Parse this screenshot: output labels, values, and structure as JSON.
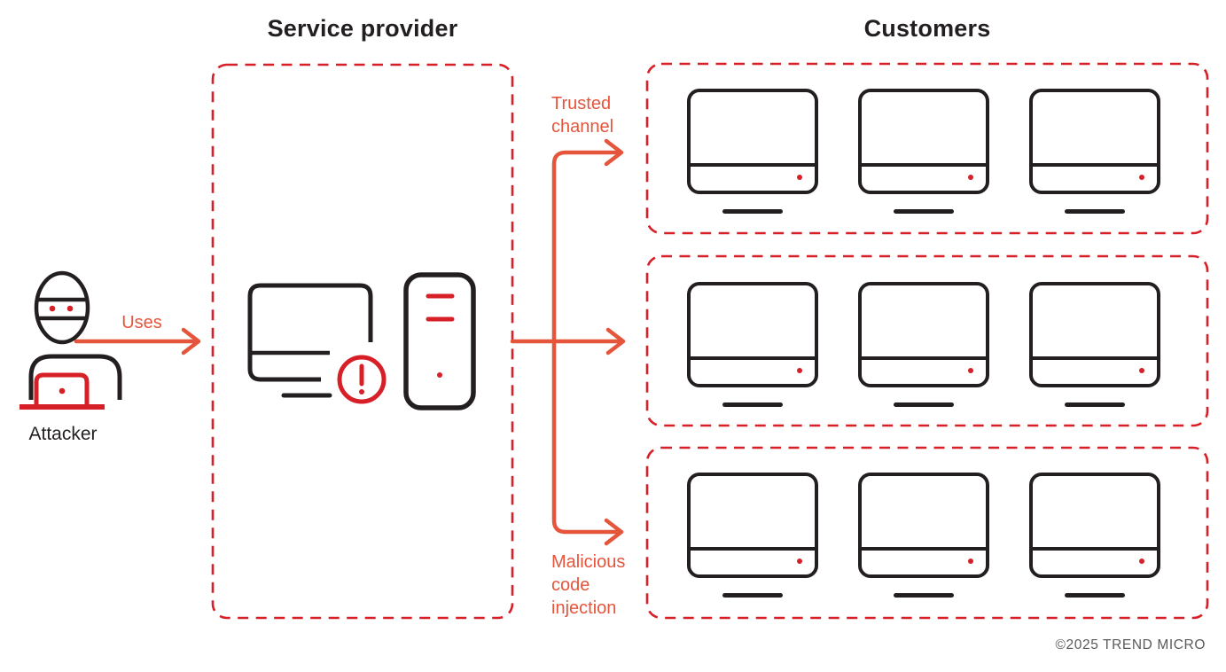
{
  "colors": {
    "box_dash_red": "#d71f27",
    "arrow_orange": "#e5553c",
    "line_ink": "#231f20",
    "copyright_gray": "#595a5c",
    "background": "#ffffff"
  },
  "header": {
    "service_provider_title": "Service provider",
    "customers_title": "Customers"
  },
  "attacker": {
    "label": "Attacker",
    "icon": "ninja-attacker-icon"
  },
  "arrows": {
    "uses_label": "Uses",
    "trusted_channel_label": "Trusted channel",
    "malicious_label": "Malicious code injection"
  },
  "service_provider": {
    "icons": [
      "compromised-computer-alert-icon",
      "server-tower-icon"
    ]
  },
  "customers": {
    "icon": "desktop-monitor-icon",
    "groups": [
      {
        "monitors": 3
      },
      {
        "monitors": 3
      },
      {
        "monitors": 3
      }
    ]
  },
  "footer": {
    "copyright": "©2025 TREND MICRO"
  }
}
